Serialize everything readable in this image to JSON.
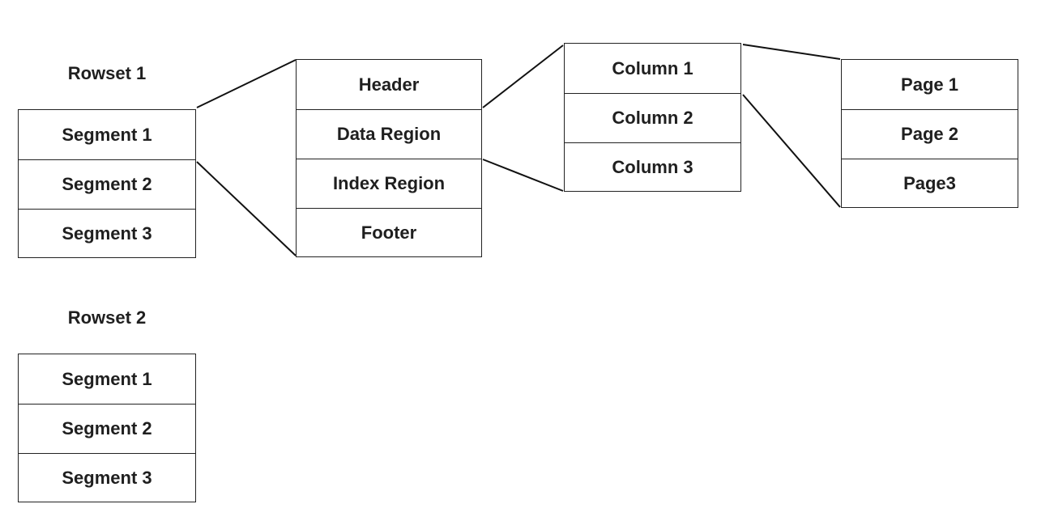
{
  "rowsets": [
    {
      "title": "Rowset 1",
      "segments": [
        "Segment 1",
        "Segment 2",
        "Segment 3"
      ]
    },
    {
      "title": "Rowset 2",
      "segments": [
        "Segment 1",
        "Segment 2",
        "Segment 3"
      ]
    }
  ],
  "segment_detail": [
    "Header",
    "Data Region",
    "Index Region",
    "Footer"
  ],
  "columns": [
    "Column 1",
    "Column 2",
    "Column 3"
  ],
  "pages": [
    "Page 1",
    "Page 2",
    "Page3"
  ],
  "colors": {
    "line": "#111111",
    "border": "#222222",
    "text": "#1f1f1f",
    "background": "#ffffff"
  }
}
